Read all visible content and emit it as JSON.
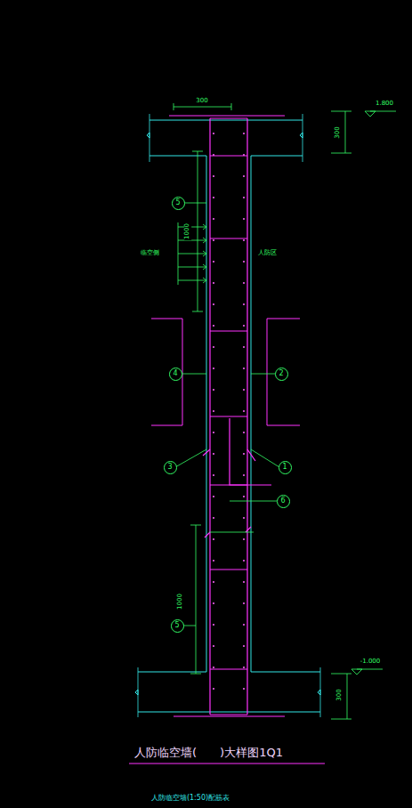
{
  "diagram": {
    "title": "人防临空墙(　　)大样图1Q1",
    "nodes": [
      {
        "text": [
          "5"
        ]
      },
      {
        "text": [
          "4"
        ]
      },
      {
        "text": [
          "2"
        ]
      },
      {
        "text": [
          "3"
        ]
      },
      {
        "text": [
          "1"
        ]
      },
      {
        "text": [
          "6"
        ]
      },
      {
        "text": [
          "5"
        ]
      }
    ],
    "labels": [
      "300",
      "1.800",
      "300",
      "1000",
      "临空侧",
      "人防区",
      "1000",
      "-1.000",
      "300",
      "人防临空墙(1:50)配筋表"
    ]
  }
}
